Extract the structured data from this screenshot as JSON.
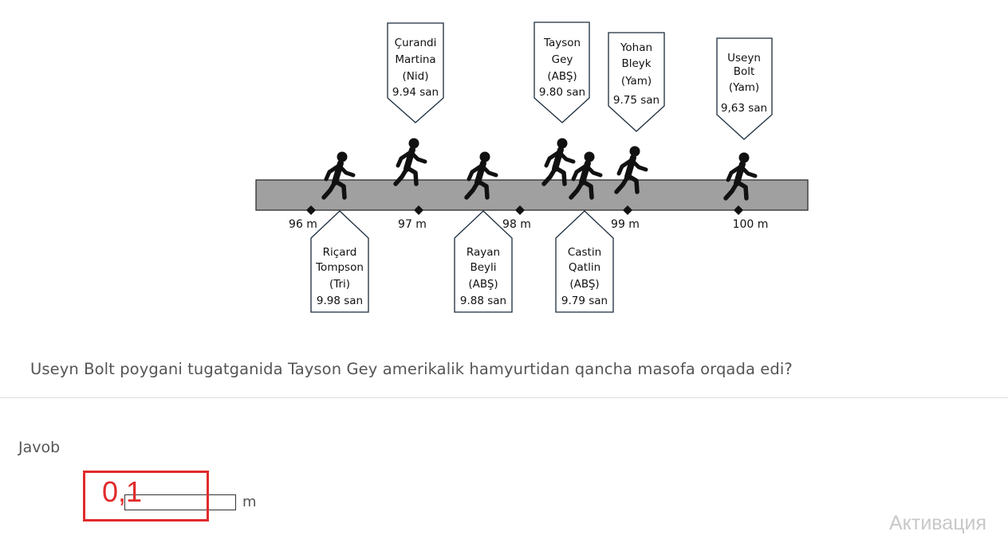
{
  "figure": {
    "ticks": [
      "96 m",
      "97 m",
      "98 m",
      "99 m",
      "100 m"
    ],
    "runners_top": [
      {
        "name": [
          "Çurandi",
          "Martina"
        ],
        "country": "(Nid)",
        "time": "9.94 san"
      },
      {
        "name": [
          "Tayson",
          "Gey"
        ],
        "country": "(ABŞ)",
        "time": "9.80 san"
      },
      {
        "name": [
          "Yohan",
          "Bleyk"
        ],
        "country": "(Yam)",
        "time": "9.75 san"
      },
      {
        "name": [
          "Useyn",
          "Bolt"
        ],
        "country": "(Yam)",
        "time": "9,63 san"
      }
    ],
    "runners_bottom": [
      {
        "name": [
          "Riçard",
          "Tompson"
        ],
        "country": "(Tri)",
        "time": "9.98 san"
      },
      {
        "name": [
          "Rayan",
          "Beyli"
        ],
        "country": "(ABŞ)",
        "time": "9.88 san"
      },
      {
        "name": [
          "Castin",
          "Qatlin"
        ],
        "country": "(ABŞ)",
        "time": "9.79 san"
      }
    ]
  },
  "question": "Useyn Bolt poygani tugatganida Tayson Gey amerikalik hamyurtidan qancha masofa orqada edi?",
  "answer": {
    "label": "Javob",
    "value": "0,1",
    "unit": "m"
  },
  "watermark": "Активация",
  "colors": {
    "track": "#a0a0a0",
    "highlight": "#e12a2a",
    "runner": "#111111"
  }
}
